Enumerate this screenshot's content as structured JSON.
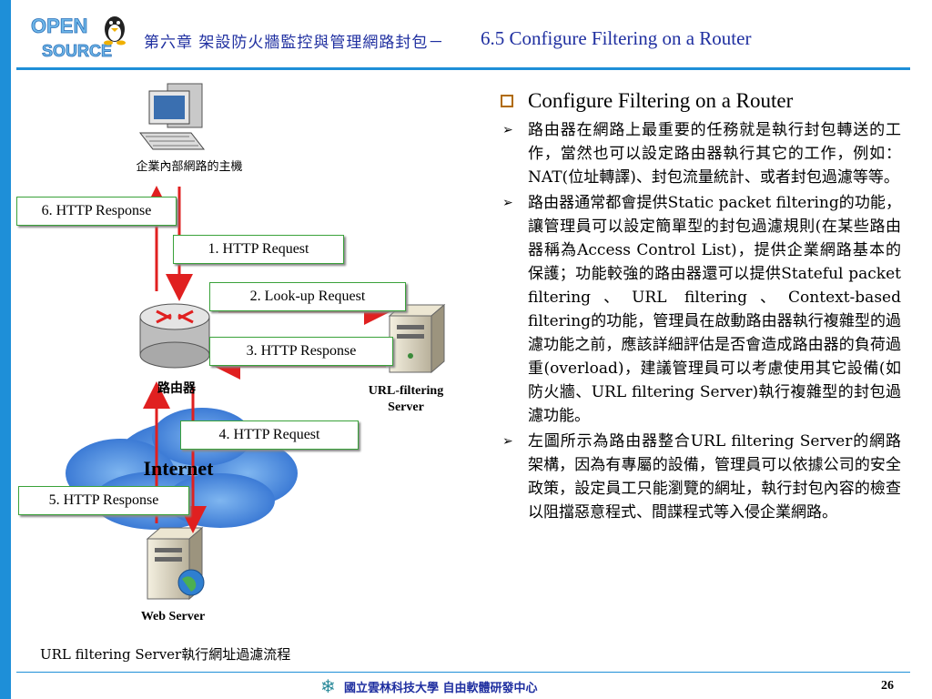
{
  "header": {
    "logo_text": "OPEN SOURCE",
    "title_cn": "第六章 架設防火牆監控與管理網路封包－",
    "title_en": "6.5 Configure Filtering on a Router"
  },
  "diagram": {
    "host_label": "企業內部網路的主機",
    "router_label": "路由器",
    "url_server_label_1": "URL-filtering",
    "url_server_label_2": "Server",
    "internet_label": "Internet",
    "web_server_label": "Web Server",
    "steps": [
      "6. HTTP Response",
      "1. HTTP Request",
      "2. Look-up Request",
      "3. HTTP Response",
      "4. HTTP Request",
      "5. HTTP Response"
    ],
    "caption": "URL filtering Server執行網址過濾流程"
  },
  "content": {
    "heading": "Configure Filtering on a Router",
    "bullets": [
      "路由器在網路上最重要的任務就是執行封包轉送的工作，當然也可以設定路由器執行其它的工作，例如：NAT(位址轉譯)、封包流量統計、或者封包過濾等等。",
      "路由器通常都會提供Static packet filtering的功能，讓管理員可以設定簡單型的封包過濾規則(在某些路由器稱為Access Control List)，提供企業網路基本的保護；功能較強的路由器還可以提供Stateful packet filtering、URL filtering、Context-based filtering的功能，管理員在啟動路由器執行複雜型的過濾功能之前，應該詳細評估是否會造成路由器的負荷過重(overload)，建議管理員可以考慮使用其它設備(如防火牆、URL filtering Server)執行複雜型的封包過濾功能。",
      "左圖所示為路由器整合URL filtering Server的網路架構，因為有專屬的設備，管理員可以依據公司的安全政策，設定員工只能瀏覽的網址，執行封包內容的檢查以阻擋惡意程式、間諜程式等入侵企業網路。"
    ]
  },
  "footer": {
    "text": "國立雲林科技大學 自由軟體研發中心",
    "page": "26"
  },
  "colors": {
    "accent": "#1e8fd8",
    "title": "#1f2fa0",
    "arrow": "#e02020",
    "cloud": "#3f7fd6"
  }
}
